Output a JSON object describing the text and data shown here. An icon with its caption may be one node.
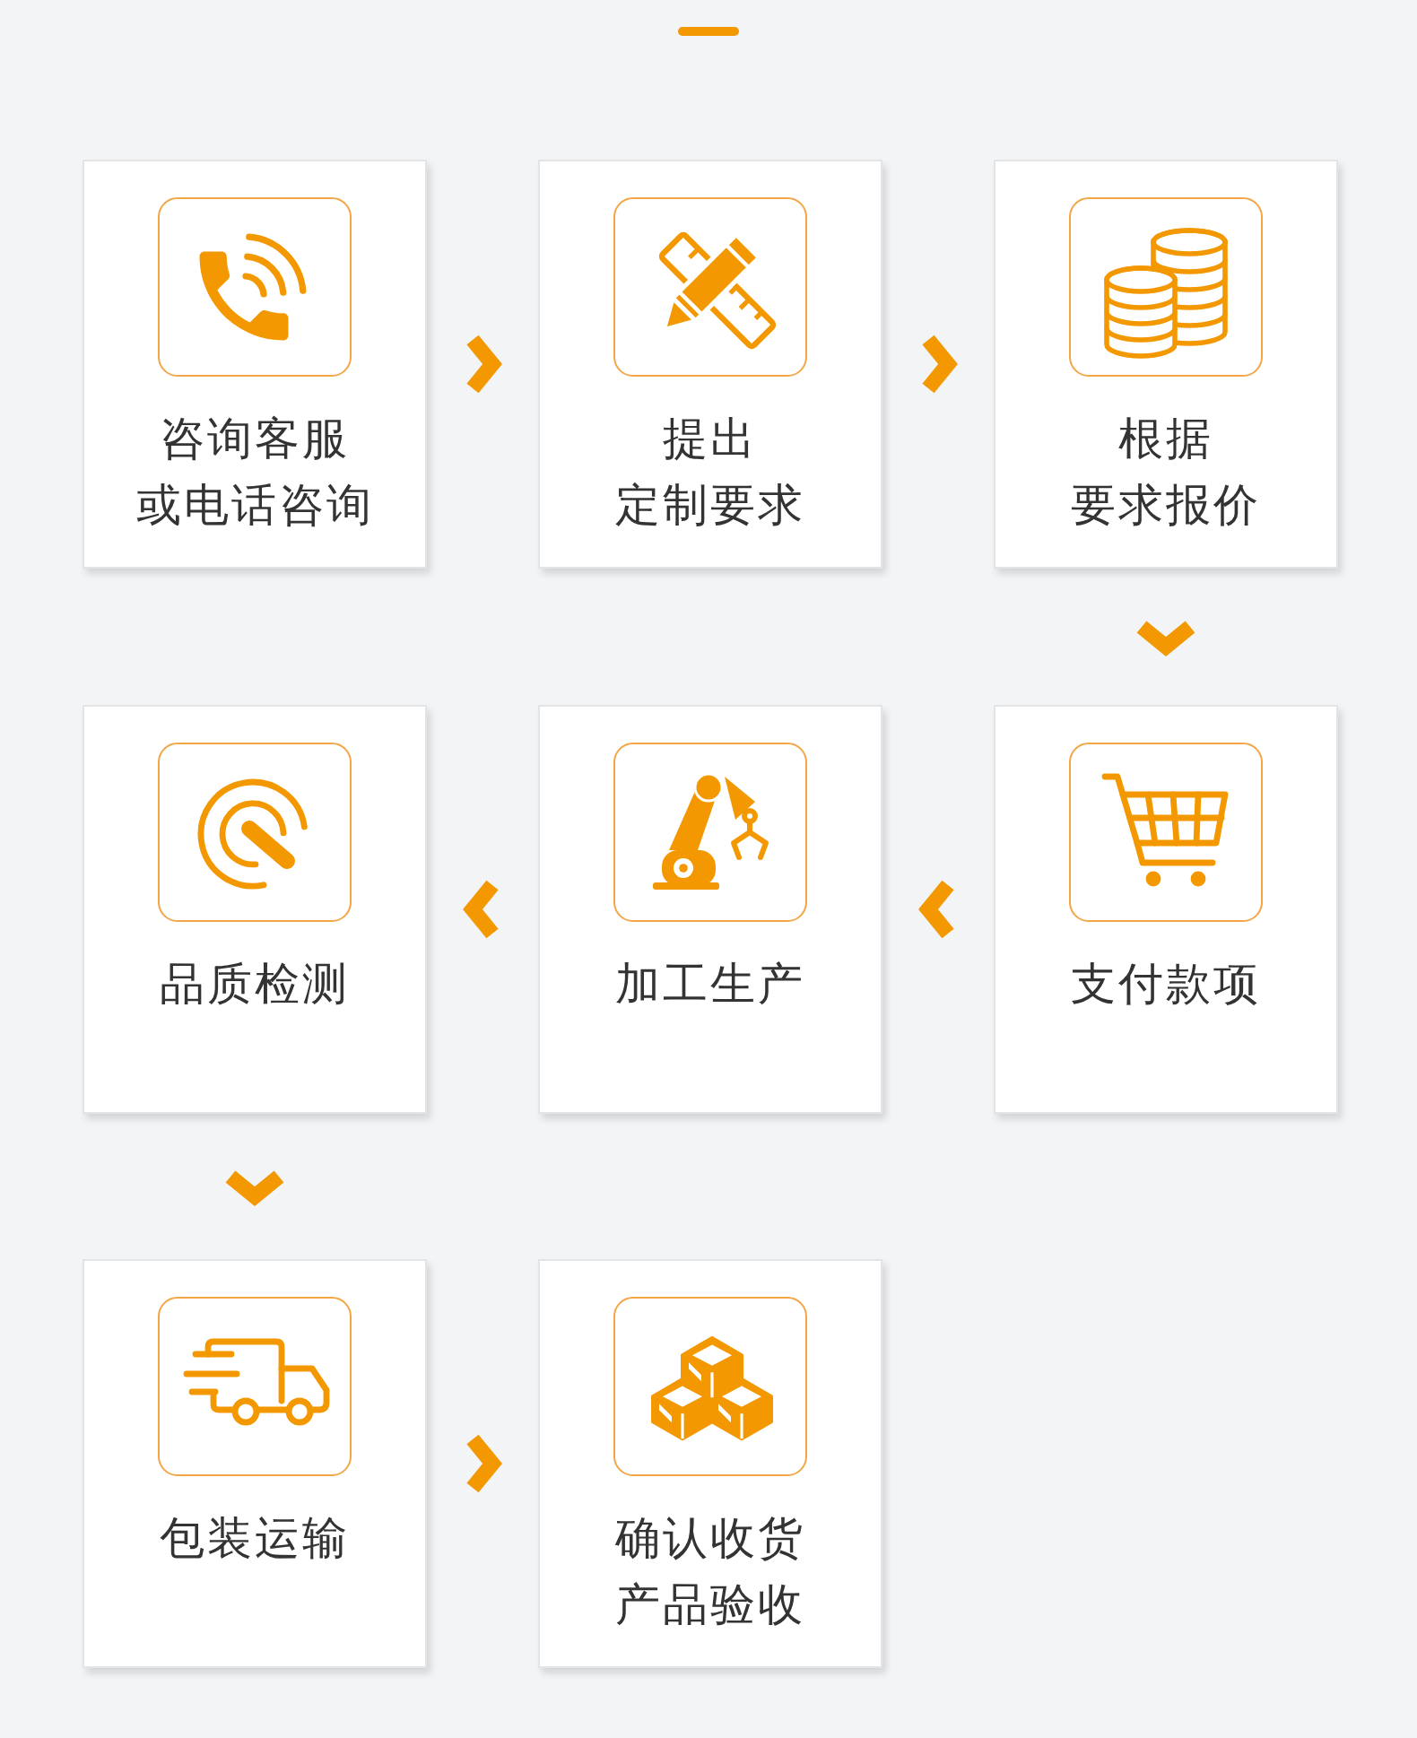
{
  "diagram": {
    "nodes": [
      {
        "text": [
          "咨询客服或电话咨询"
        ]
      },
      {
        "text": [
          "提出定制要求"
        ]
      },
      {
        "text": [
          "根据要求报价"
        ]
      },
      {
        "text": [
          "品质检测"
        ]
      },
      {
        "text": [
          "加工生产"
        ]
      },
      {
        "text": [
          "支付款项"
        ]
      },
      {
        "text": [
          "包装运输"
        ]
      },
      {
        "text": [
          "确认收货产品验收"
        ]
      }
    ],
    "edges": [
      {
        "from": 0,
        "to": 1,
        "arrow": "to"
      },
      {
        "from": 1,
        "to": 2,
        "arrow": "to"
      },
      {
        "from": 2,
        "to": 5,
        "arrow": "to"
      },
      {
        "from": 5,
        "to": 4,
        "arrow": "to"
      },
      {
        "from": 4,
        "to": 3,
        "arrow": "to"
      },
      {
        "from": 3,
        "to": 6,
        "arrow": "to"
      },
      {
        "from": 6,
        "to": 7,
        "arrow": "to"
      }
    ]
  }
}
